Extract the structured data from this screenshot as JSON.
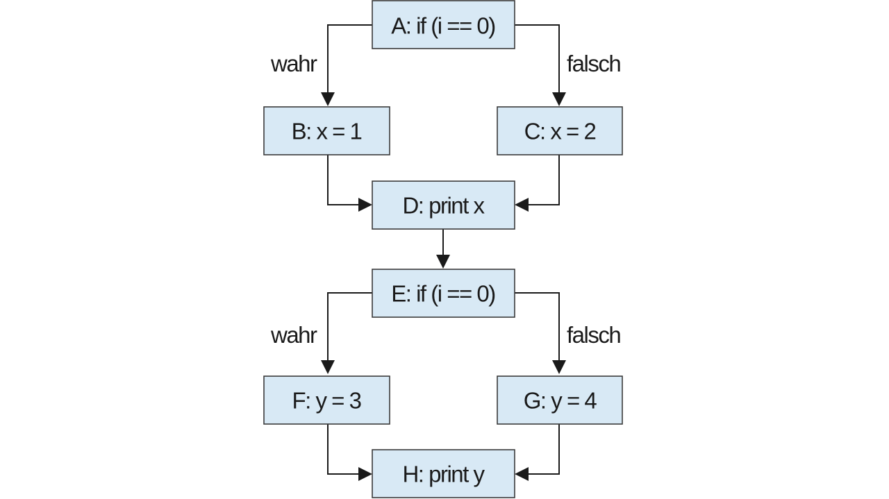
{
  "nodes": {
    "a": "A: if (i == 0)",
    "b": "B: x = 1",
    "c": "C: x = 2",
    "d": "D: print x",
    "e": "E: if (i == 0)",
    "f": "F: y = 3",
    "g": "G: y = 4",
    "h": "H: print y"
  },
  "edge_labels": {
    "a_true": "wahr",
    "a_false": "falsch",
    "e_true": "wahr",
    "e_false": "falsch"
  },
  "colors": {
    "node_fill": "#d8e9f5",
    "node_stroke": "#3a3a3a",
    "text": "#1a1a1a"
  }
}
